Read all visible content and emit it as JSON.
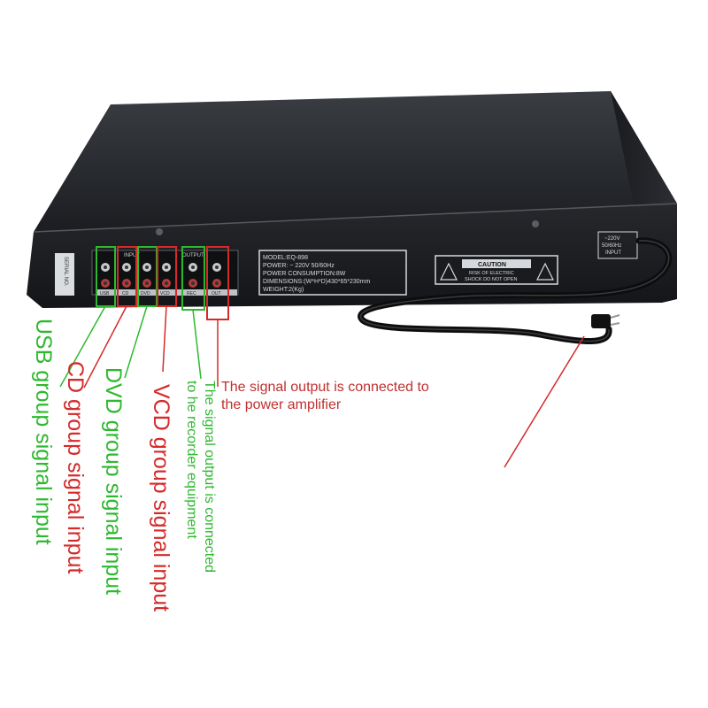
{
  "annotations": {
    "usb": "USB group signal input",
    "cd": "CD group signal input",
    "dvd": "DVD group signal input",
    "vcd": "VCD group signal input",
    "recorder_line1": "The signal output is connected",
    "recorder_line2": "to he recorder equipment",
    "amplifier_line1": "The signal output is connected to",
    "amplifier_line2": "the power amplifier"
  },
  "device": {
    "model_plate": [
      "MODEL:EQ-898",
      "POWER: ~ 220V 50/60Hz",
      "POWER CONSUMPTION:8W",
      "DIMENSIONS:(W*H*D)430*65*230mm",
      "WEIGHT:2(Kg)"
    ],
    "caution_title": "CAUTION",
    "caution_line1": "RISK OF ELECTRIC",
    "caution_line2": "SHOCK DO NOT OPEN",
    "output_label": "OUTPUT",
    "input_label": "INPUT",
    "power_input_lines": [
      "~220V",
      "50/60Hz",
      "INPUT"
    ],
    "jack_labels": [
      "USB",
      "CD",
      "DVD",
      "VCD",
      "REC",
      "OUT"
    ]
  },
  "colors": {
    "green": "#2fb82f",
    "red": "#d42a2a"
  }
}
